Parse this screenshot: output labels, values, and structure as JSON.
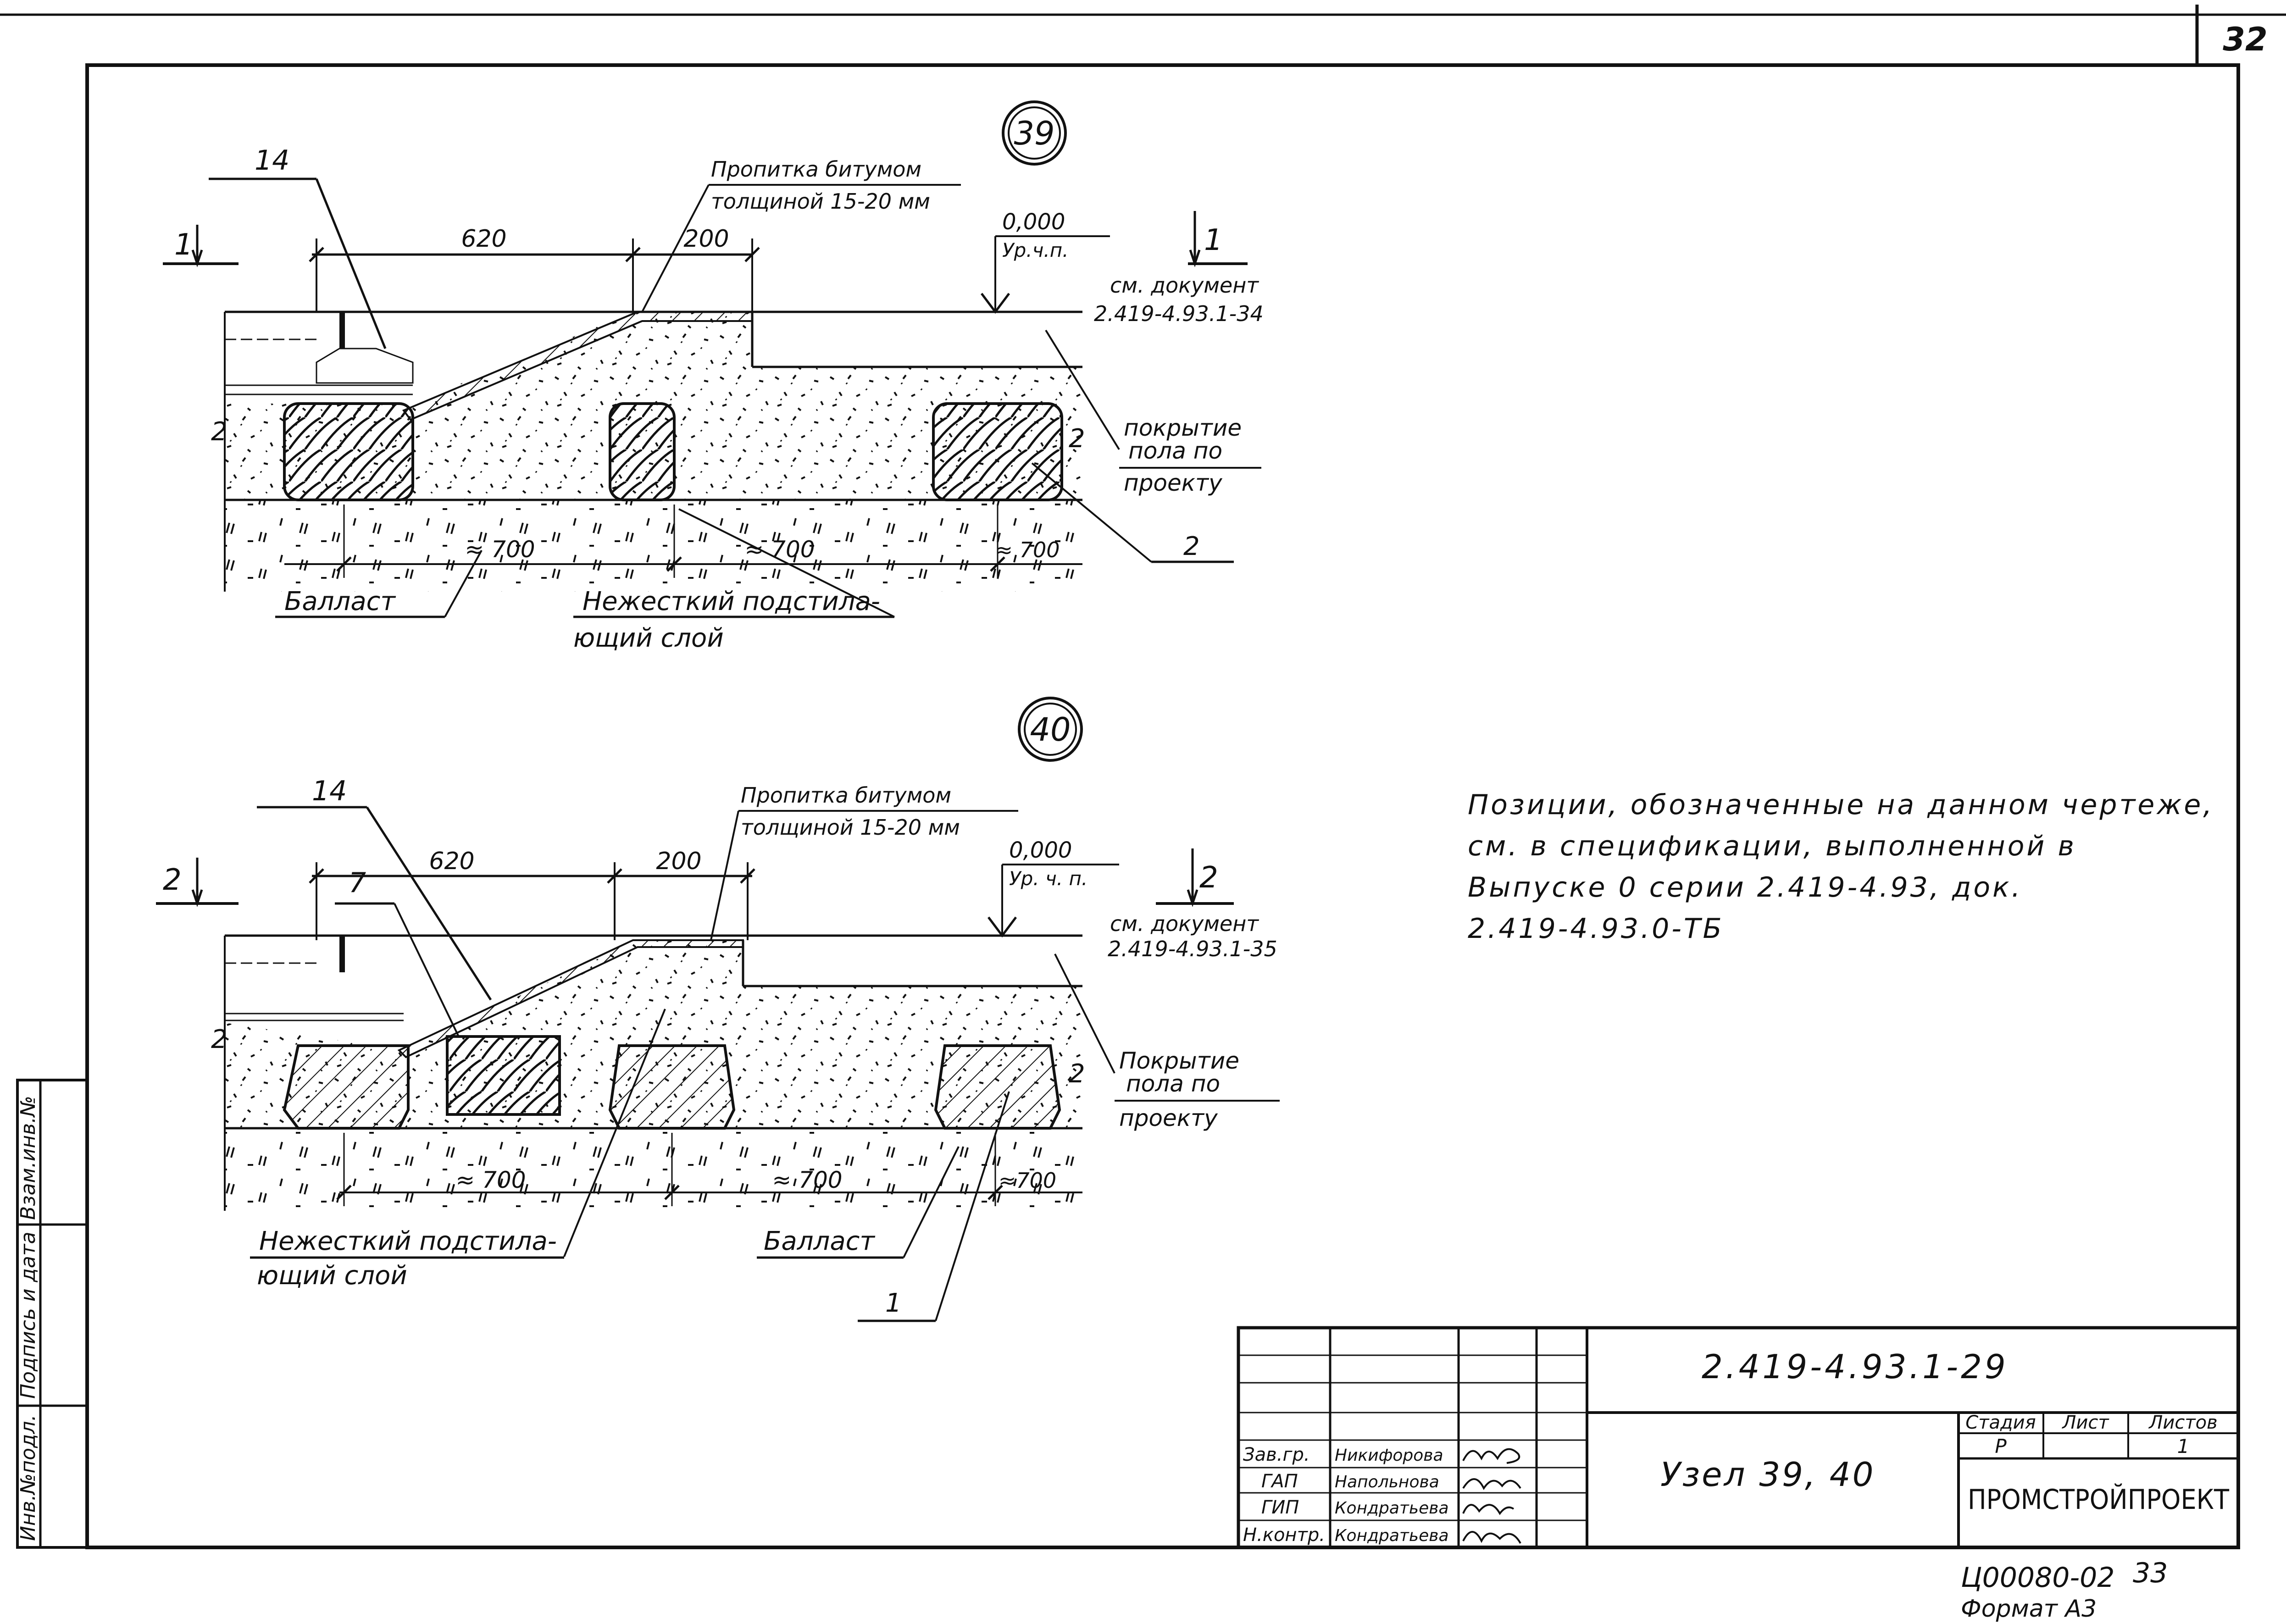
{
  "sheet": {
    "page_number": "32",
    "copy_number": "Ц00080-02",
    "copy_page": "33",
    "format": "Формат А3"
  },
  "side_stamp": {
    "inv_podl": "Инв.№подл.",
    "podpis_data": "Подпись и дата",
    "vzam_inv": "Взам.инв.№"
  },
  "detail39": {
    "marker": "39",
    "section_mark": "1",
    "pos_14": "14",
    "pos_2_left": "2",
    "pos_2_right": "2",
    "pos_2_leader": "2",
    "dim_620": "620",
    "dim_200": "200",
    "impregnation_line1": "Пропитка битумом",
    "impregnation_line2": "толщиной 15-20 мм",
    "level_value": "0,000",
    "level_label": "Ур.ч.п.",
    "doc_line1": "см. документ",
    "doc_line2": "2.419-4.93.1-34",
    "floor_line1": "покрытие",
    "floor_line2": "пола по",
    "floor_line3": "проекту",
    "spacing_1": "≈ 700",
    "spacing_2": "≈ 700",
    "spacing_3": "≈ 700",
    "ballast": "Балласт",
    "sublayer_line1": "Нежесткий подстила-",
    "sublayer_line2": "ющий слой"
  },
  "detail40": {
    "marker": "40",
    "section_mark": "2",
    "pos_14": "14",
    "pos_7": "7",
    "pos_2_left": "2",
    "pos_2_right": "2",
    "pos_1": "1",
    "dim_620": "620",
    "dim_200": "200",
    "impregnation_line1": "Пропитка битумом",
    "impregnation_line2": "толщиной 15-20 мм",
    "level_value": "0,000",
    "level_label": "Ур. ч. п.",
    "doc_line1": "см. документ",
    "doc_line2": "2.419-4.93.1-35",
    "floor_line1": "Покрытие",
    "floor_line2": "пола по",
    "floor_line3": "проекту",
    "spacing_1": "≈ 700",
    "spacing_2": "≈ 700",
    "spacing_3": "≈700",
    "ballast": "Балласт",
    "sublayer_line1": "Нежесткий подстила-",
    "sublayer_line2": "ющий слой"
  },
  "note": {
    "line1": "Позиции, обозначенные на данном чертеже,",
    "line2": "см. в спецификации, выполненной в",
    "line3": "Выпуске 0 серии 2.419-4.93, док.",
    "line4": "2.419-4.93.0-ТБ"
  },
  "title_block": {
    "doc_code": "2.419-4.93.1-29",
    "title": "Узел 39, 40",
    "stage_header": "Стадия",
    "sheet_header": "Лист",
    "sheets_header": "Листов",
    "stage": "Р",
    "sheets": "1",
    "organization": "ПРОМСТРОЙПРОЕКТ",
    "people": [
      {
        "role": "Зав.гр.",
        "name": "Никифорова"
      },
      {
        "role": "ГАП",
        "name": "Напольнова"
      },
      {
        "role": "ГИП",
        "name": "Кондратьева"
      },
      {
        "role": "Н.контр.",
        "name": "Кондратьева"
      }
    ]
  }
}
